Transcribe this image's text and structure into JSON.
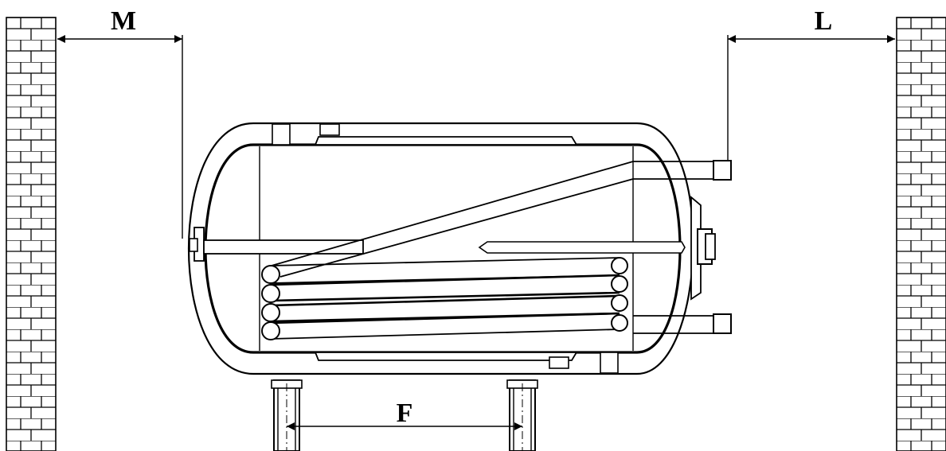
{
  "dimensions": {
    "m_label": "M",
    "l_label": "L",
    "f_label": "F"
  },
  "colors": {
    "line": "#000000",
    "background": "#ffffff"
  }
}
